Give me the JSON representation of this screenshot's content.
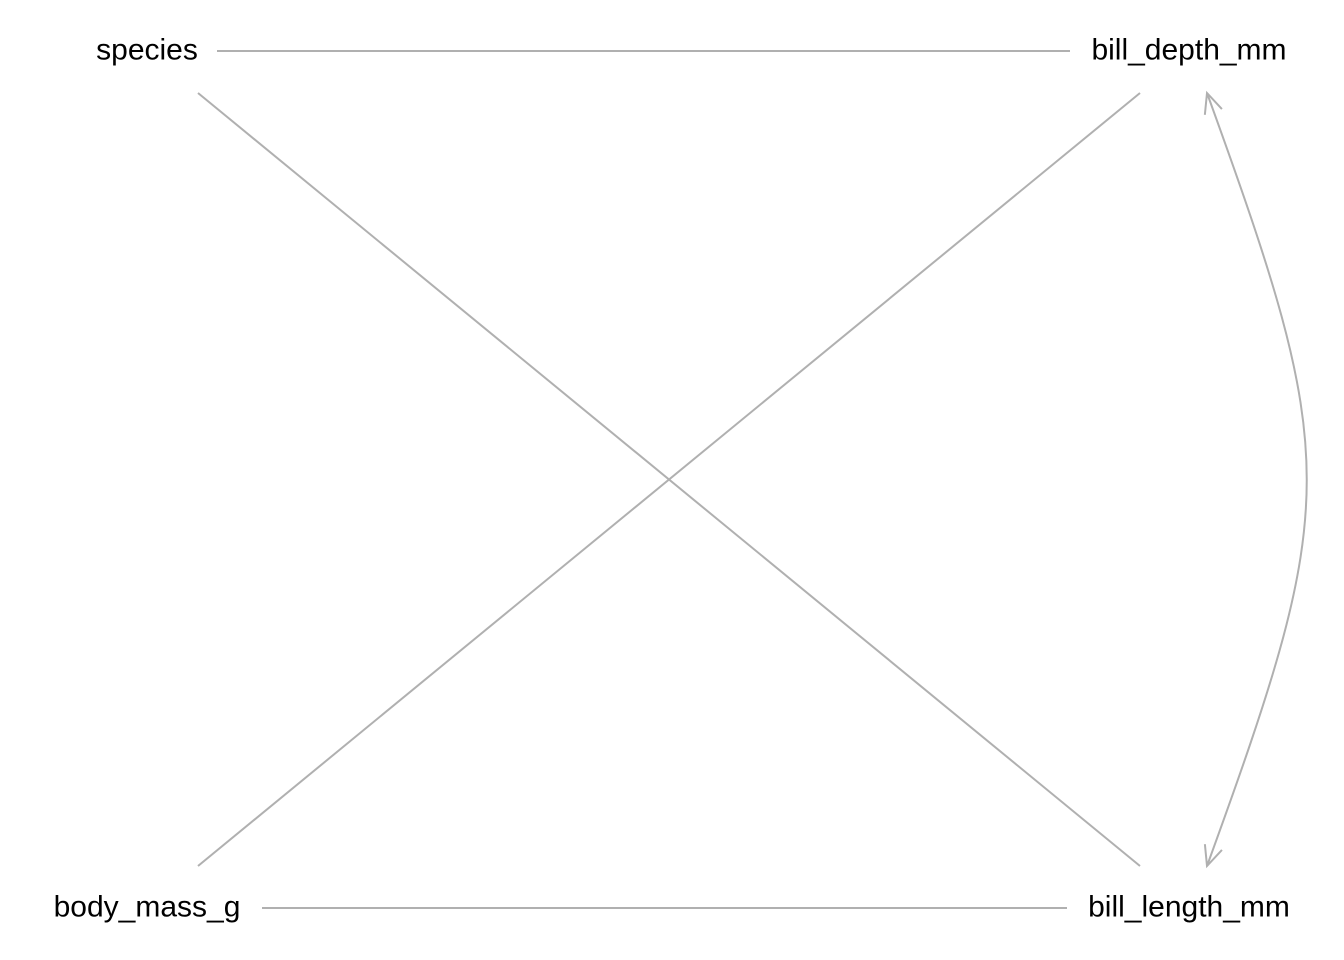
{
  "diagram": {
    "type": "path-diagram",
    "edge_color": "#b0b0b0",
    "text_color": "#000000",
    "nodes": [
      {
        "id": "species",
        "label": "species"
      },
      {
        "id": "bill_depth_mm",
        "label": "bill_depth_mm"
      },
      {
        "id": "body_mass_g",
        "label": "body_mass_g"
      },
      {
        "id": "bill_length_mm",
        "label": "bill_length_mm"
      }
    ],
    "edges": [
      {
        "from": "species",
        "to": "bill_depth_mm",
        "kind": "directed"
      },
      {
        "from": "species",
        "to": "bill_length_mm",
        "kind": "directed"
      },
      {
        "from": "body_mass_g",
        "to": "bill_depth_mm",
        "kind": "directed"
      },
      {
        "from": "body_mass_g",
        "to": "bill_length_mm",
        "kind": "directed"
      },
      {
        "from": "bill_depth_mm",
        "to": "bill_length_mm",
        "kind": "bidirectional"
      }
    ]
  }
}
